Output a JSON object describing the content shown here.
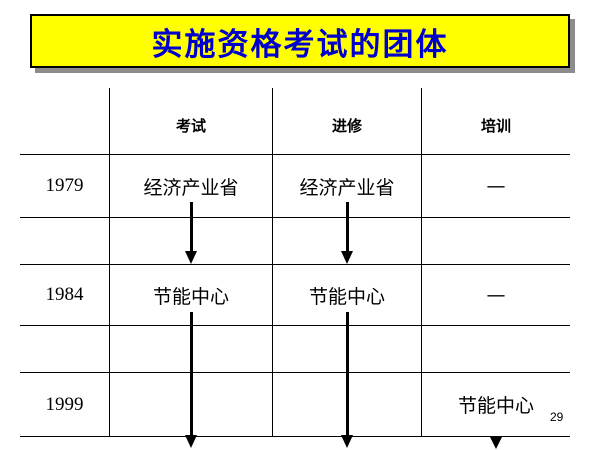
{
  "title": "实施资格考试的团体",
  "table": {
    "headers": [
      "",
      "考试",
      "进修",
      "培训"
    ],
    "rows": [
      {
        "year": "1979",
        "exam": "经济产业省",
        "training": "经济产业省",
        "education": "—"
      },
      {
        "year": "1984",
        "exam": "节能中心",
        "training": "节能中心",
        "education": "—"
      },
      {
        "year": "1999",
        "exam": "",
        "training": "",
        "education": "节能中心"
      }
    ]
  },
  "page_number": "29"
}
